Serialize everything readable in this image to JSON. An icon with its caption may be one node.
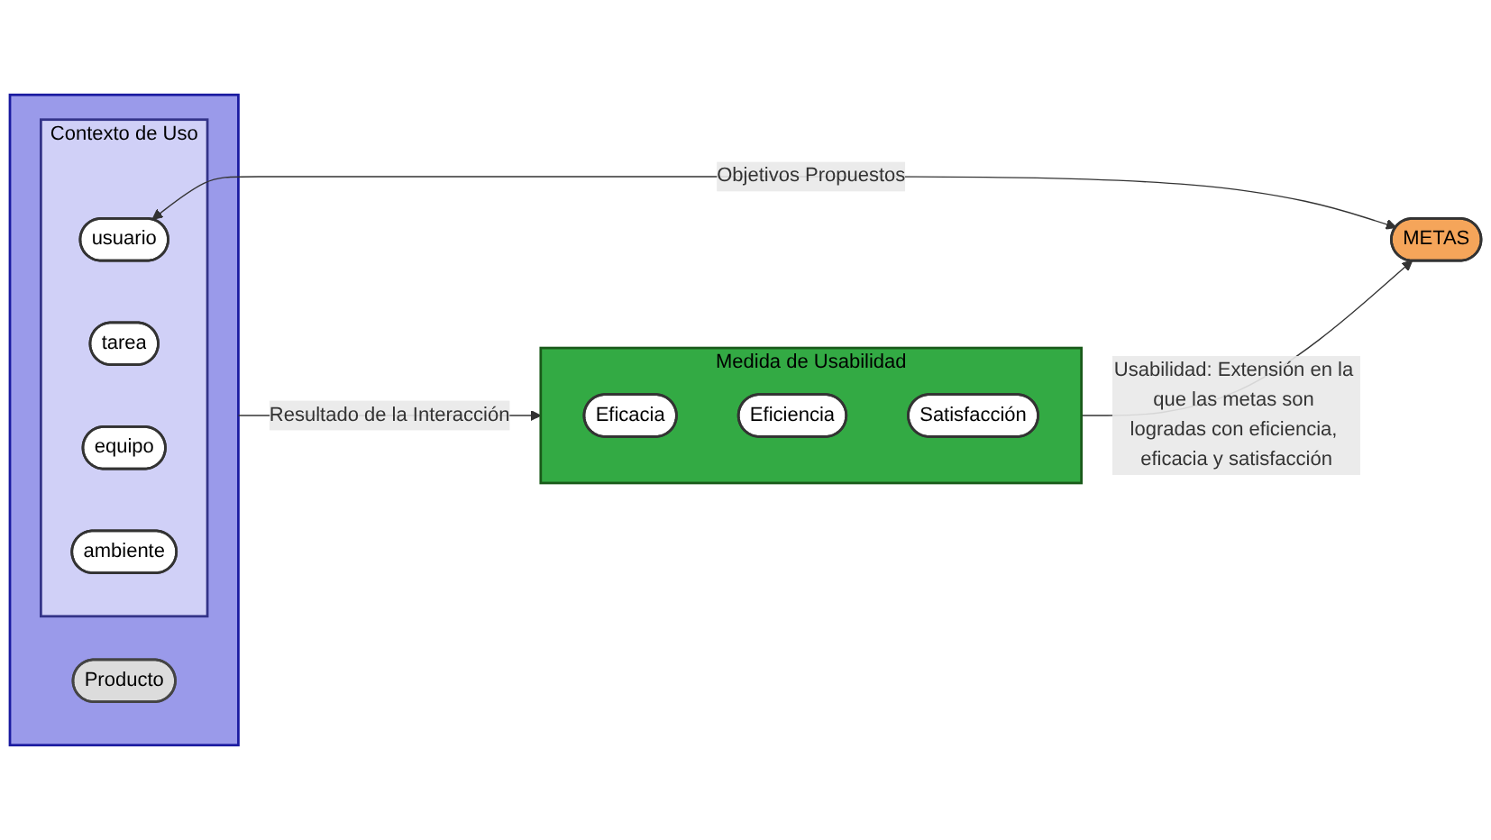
{
  "diagram": {
    "nodes": [
      {
        "text": [],
        "shape": "box"
      },
      {
        "text": [
          "Contexto de Uso"
        ],
        "in": 0
      },
      {
        "text": [
          "usuario"
        ],
        "in": 1
      },
      {
        "text": [
          "tarea"
        ],
        "in": 1
      },
      {
        "text": [
          "equipo"
        ],
        "in": 1
      },
      {
        "text": [
          "ambiente"
        ],
        "in": 1
      },
      {
        "text": [
          "Producto"
        ],
        "in": 0
      },
      {
        "text": [
          "METAS"
        ]
      },
      {
        "text": [
          "Medida de Usabilidad"
        ]
      },
      {
        "text": [
          "Eficacia"
        ],
        "in": 8
      },
      {
        "text": [
          "Eficiencia"
        ],
        "in": 8
      },
      {
        "text": [
          "Satisfacción"
        ],
        "in": 8
      }
    ],
    "edges": [
      {
        "from": 2,
        "to": 7,
        "arrow": "both",
        "label": "Objetivos Propuestos"
      },
      {
        "from": 8,
        "to": 7,
        "arrow": "to",
        "label": "Usabilidad: Extensión en la que las metas son logradas con eficiencia, eficacia y satisfacción"
      },
      {
        "from": 0,
        "to": 8,
        "arrow": "to",
        "label": "Resultado de la Interacción"
      }
    ]
  }
}
